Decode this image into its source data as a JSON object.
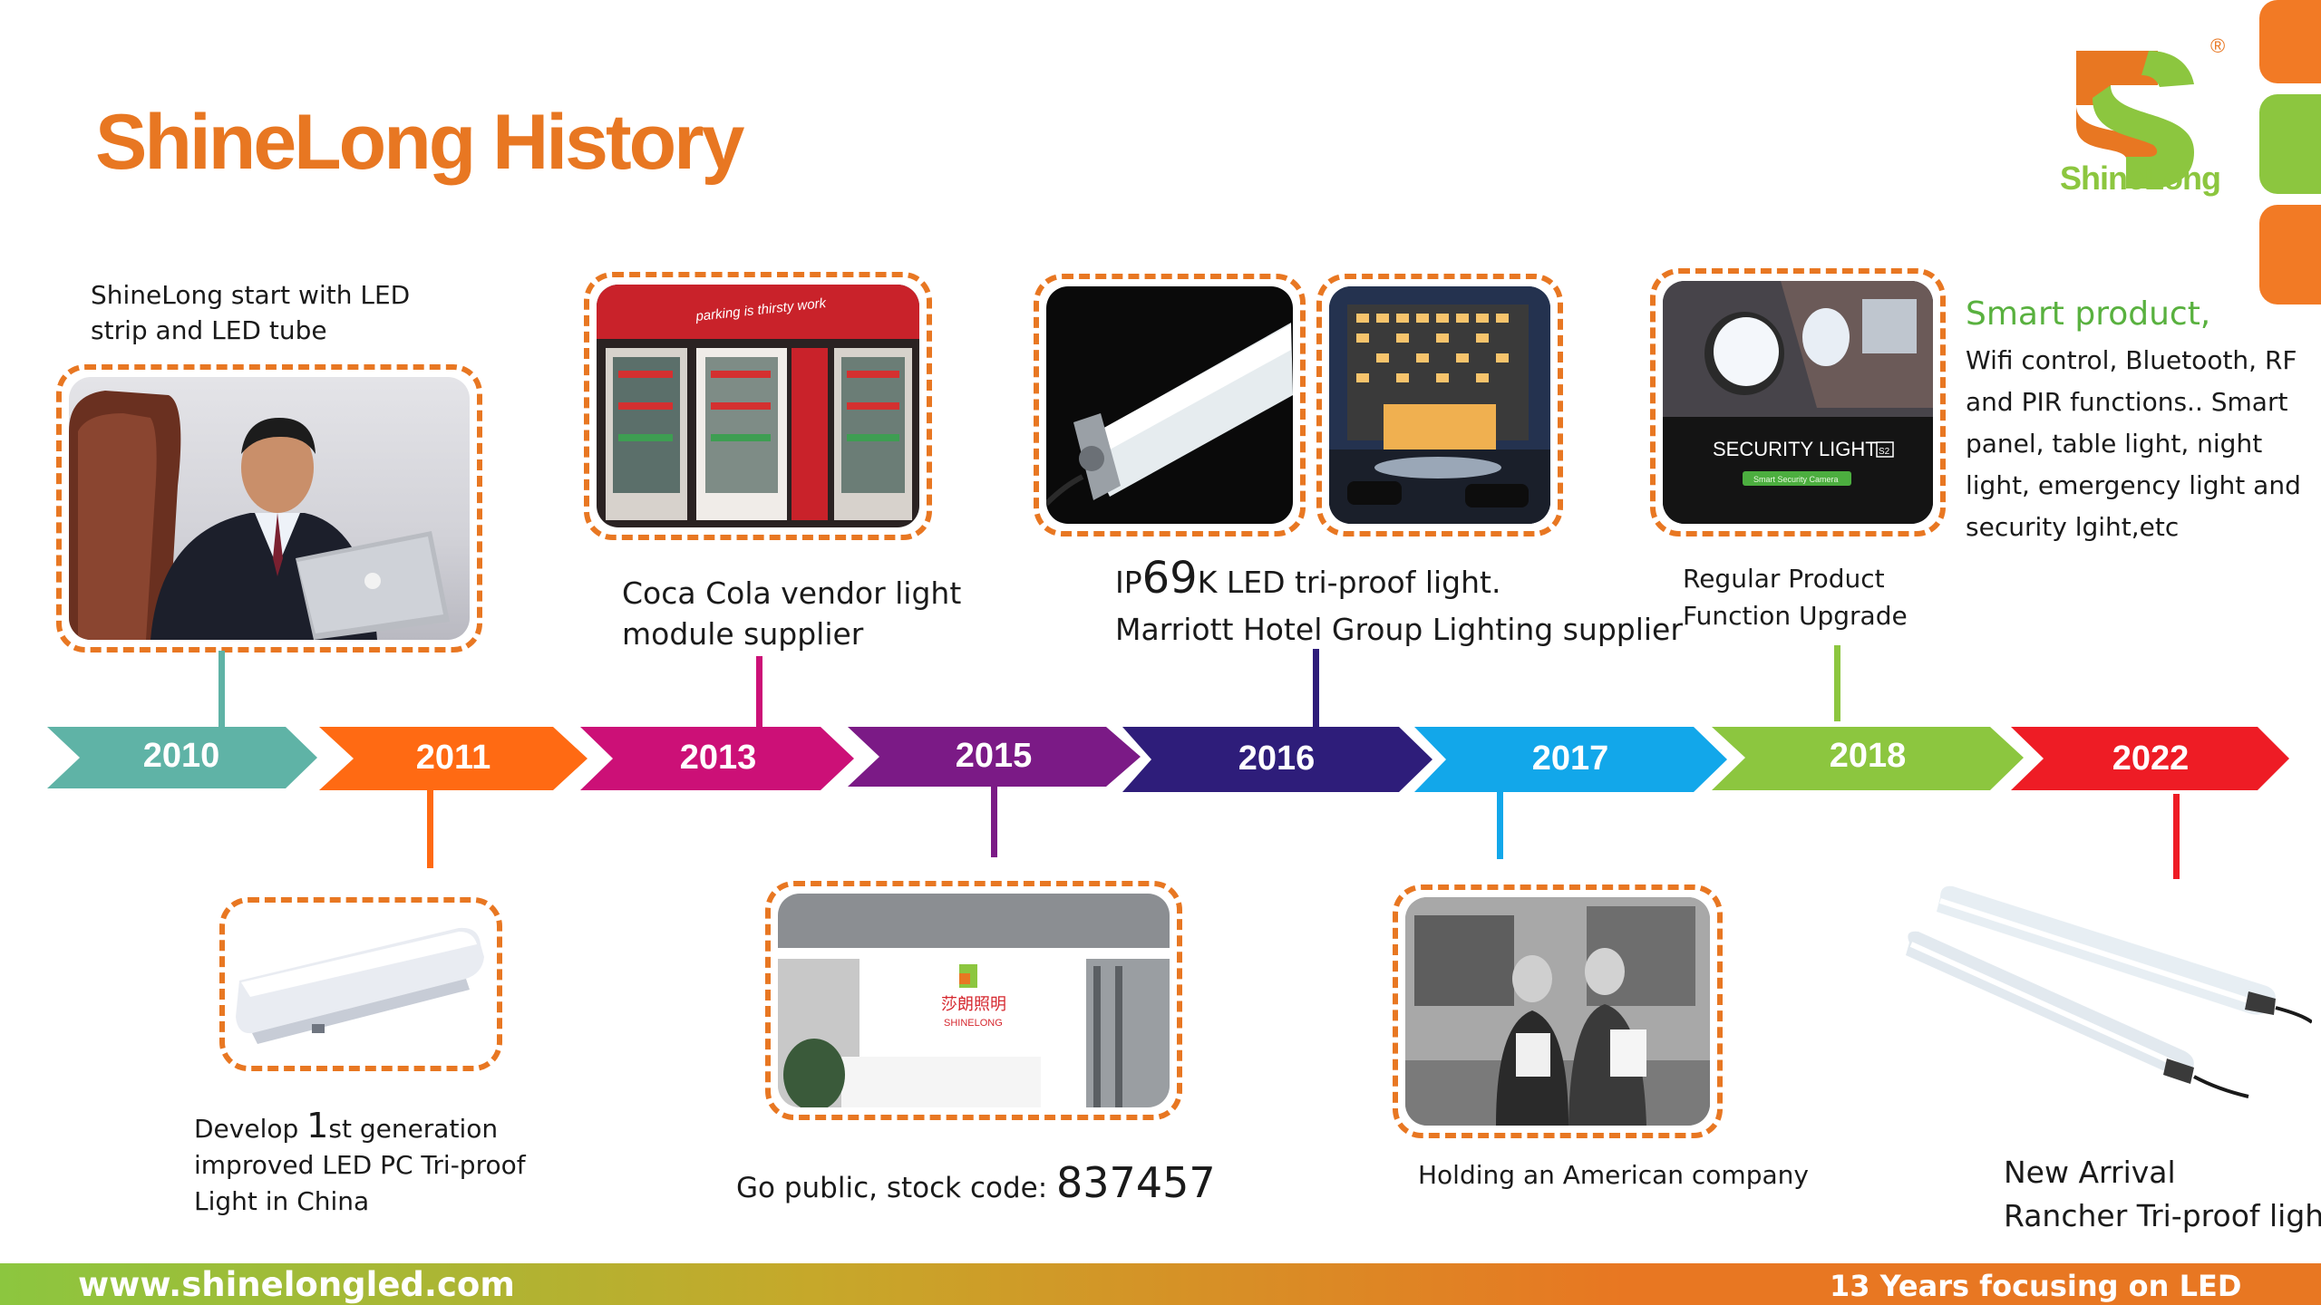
{
  "title": "ShineLong History",
  "logo": {
    "letter": "S",
    "name": "ShineLong",
    "registered": "®",
    "colors": {
      "orange": "#e87722",
      "green": "#8cc63f"
    }
  },
  "timeline": [
    {
      "year": "2010",
      "color": "#5fb3a6"
    },
    {
      "year": "2011",
      "color": "#ff6a13"
    },
    {
      "year": "2013",
      "color": "#cc1077"
    },
    {
      "year": "2015",
      "color": "#7b1a86"
    },
    {
      "year": "2016",
      "color": "#2e1d7a"
    },
    {
      "year": "2017",
      "color": "#12a7ea"
    },
    {
      "year": "2018",
      "color": "#8cc63f"
    },
    {
      "year": "2022",
      "color": "#ee1c25"
    }
  ],
  "events": {
    "e2010": {
      "line1": "ShineLong start with LED",
      "line2": "strip and LED tube"
    },
    "e2011": {
      "l1_pre": "Develop ",
      "l1_num": "1",
      "l1_post": "st generation",
      "line2": "improved LED PC Tri-proof",
      "line3": "Light in China"
    },
    "e2013": {
      "line1": "Coca Cola vendor light",
      "line2": "module supplier"
    },
    "e2015": {
      "pre": "Go public, stock code: ",
      "code": "837457"
    },
    "e2016": {
      "ip": "IP",
      "num": "69",
      "post": "K LED tri-proof light.",
      "line2": "Marriott Hotel Group Lighting supplier"
    },
    "e2017": {
      "line1": "Holding an American company"
    },
    "e2018": {
      "line1": "Regular Product",
      "line2": "Function Upgrade"
    },
    "smart": {
      "heading": "Smart product,",
      "lines": [
        "Wifi control, Bluetooth, RF",
        "and PIR functions.. Smart",
        "panel,  table  light, night",
        "light,  emergency light and",
        "security lgiht,etc"
      ]
    },
    "e2022": {
      "line1": "New Arrival",
      "line2": "Rancher Tri-proof light"
    }
  },
  "photos": {
    "vending_sign": "parking is thirsty work",
    "security_label": "SECURITY LIGHT",
    "security_badge": "S2",
    "security_sub": "Smart Security Camera",
    "office_sign_cn": "莎朗照明",
    "office_sign_en": "SHINELONG"
  },
  "footer": {
    "website": "www.shinelongled.com",
    "tagline": "13 Years focusing on LED"
  }
}
